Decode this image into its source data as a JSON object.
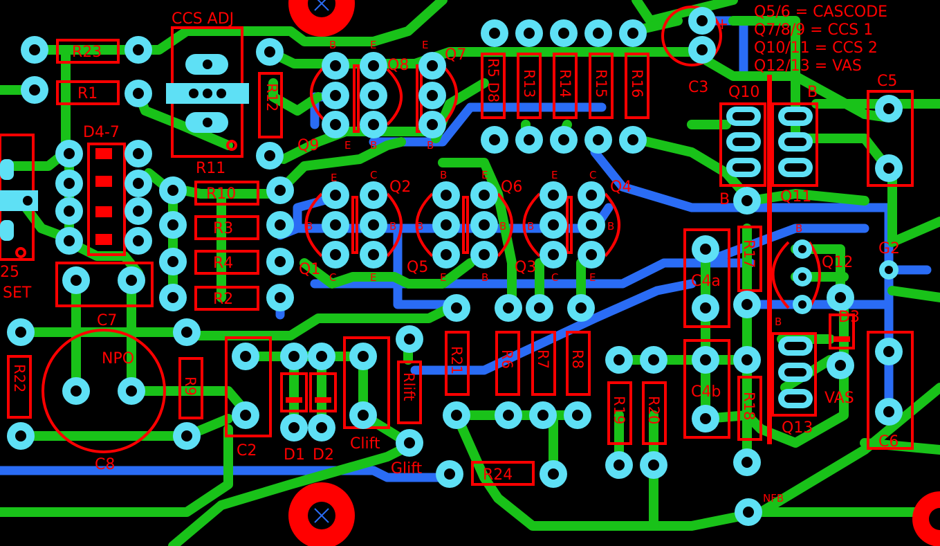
{
  "colors": {
    "background": "#000000",
    "top_trace": "#19c219",
    "bottom_trace": "#2a6cf5",
    "pad": "#5ee0f5",
    "silkscreen": "#ff0000",
    "mount_hole": "#ff0000"
  },
  "notes": {
    "line1": "Q5/6 = CASCODE",
    "line2": "Q7/8/9 = CCS 1",
    "line3": "Q10/11 = CCS 2",
    "line4": "Q12/13 = VAS"
  },
  "labels": {
    "ccs_adj": "CCS ADJ",
    "r23": "R23",
    "r1": "R1",
    "r12": "R12",
    "r11": "R11",
    "r10": "R10",
    "r3": "R3",
    "r4": "R4",
    "r2": "R2",
    "d4_7": "D4-7",
    "q8": "Q8",
    "q7": "Q7",
    "q9": "Q9",
    "r5": "R5 D8",
    "r13": "R13",
    "r14": "R14",
    "r15": "R15",
    "r16": "R16",
    "c3": "C3",
    "q10": "Q10",
    "q11": "Q11",
    "c5": "C5",
    "q2": "Q2",
    "q6": "Q6",
    "q4": "Q4",
    "q1": "Q1",
    "q5": "Q5",
    "q3": "Q3",
    "r25": "25",
    "set": "SET",
    "c7": "C7",
    "npo": "NPO",
    "c8": "C8",
    "r22": "R22",
    "r9": "R9",
    "c2": "C2",
    "d1": "D1",
    "d2": "D2",
    "clift": "Clift",
    "rlift": "Rlift",
    "glift": "Glift",
    "r21": "R21",
    "r6": "R6",
    "r7": "R7",
    "r8": "R8",
    "r24": "R24",
    "r19": "R19",
    "r20": "R20",
    "c4a": "C4a",
    "c4b": "C4b",
    "r17": "R17",
    "r18": "R18",
    "q12": "Q12",
    "q13": "Q13",
    "d3": "D3",
    "vas": "VAS",
    "g2": "G2",
    "c6": "C6",
    "nfb": "NFB",
    "pin_b": "B",
    "pin_e": "E",
    "pin_c": "C",
    "plus": "+"
  }
}
